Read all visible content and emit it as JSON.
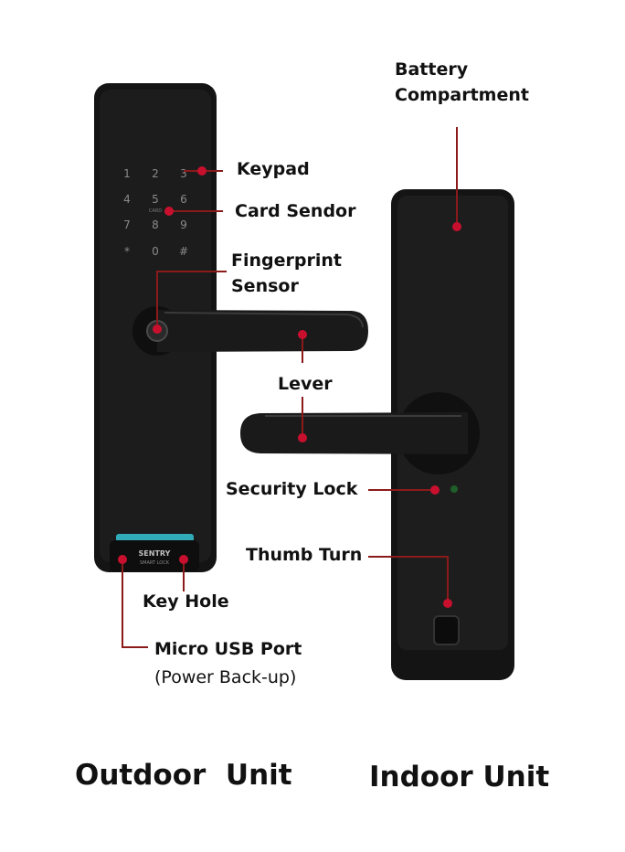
{
  "callouts": {
    "battery": [
      "Battery",
      "Compartment"
    ],
    "keypad": "Keypad",
    "card_sensor": "Card Sendor",
    "fingerprint": [
      "Fingerprint",
      "Sensor"
    ],
    "lever": "Lever",
    "security_lock": "Security Lock",
    "thumb_turn": "Thumb Turn",
    "key_hole": "Key Hole",
    "micro_usb": "Micro USB Port",
    "power_backup": "(Power Back-up)"
  },
  "keypad_keys": [
    "1",
    "2",
    "3",
    "4",
    "5",
    "6",
    "7",
    "8",
    "9",
    "*",
    "0",
    "#"
  ],
  "card_label": "CARD",
  "brand": "SENTRY",
  "brand_sub": "SMART LOCK",
  "units": {
    "outdoor": "Outdoor  Unit",
    "indoor": "Indoor Unit"
  },
  "colors": {
    "pointer": "#c8102e",
    "leader": "#8b1a1a",
    "device": "#161616",
    "strip": "#35c4d4"
  }
}
